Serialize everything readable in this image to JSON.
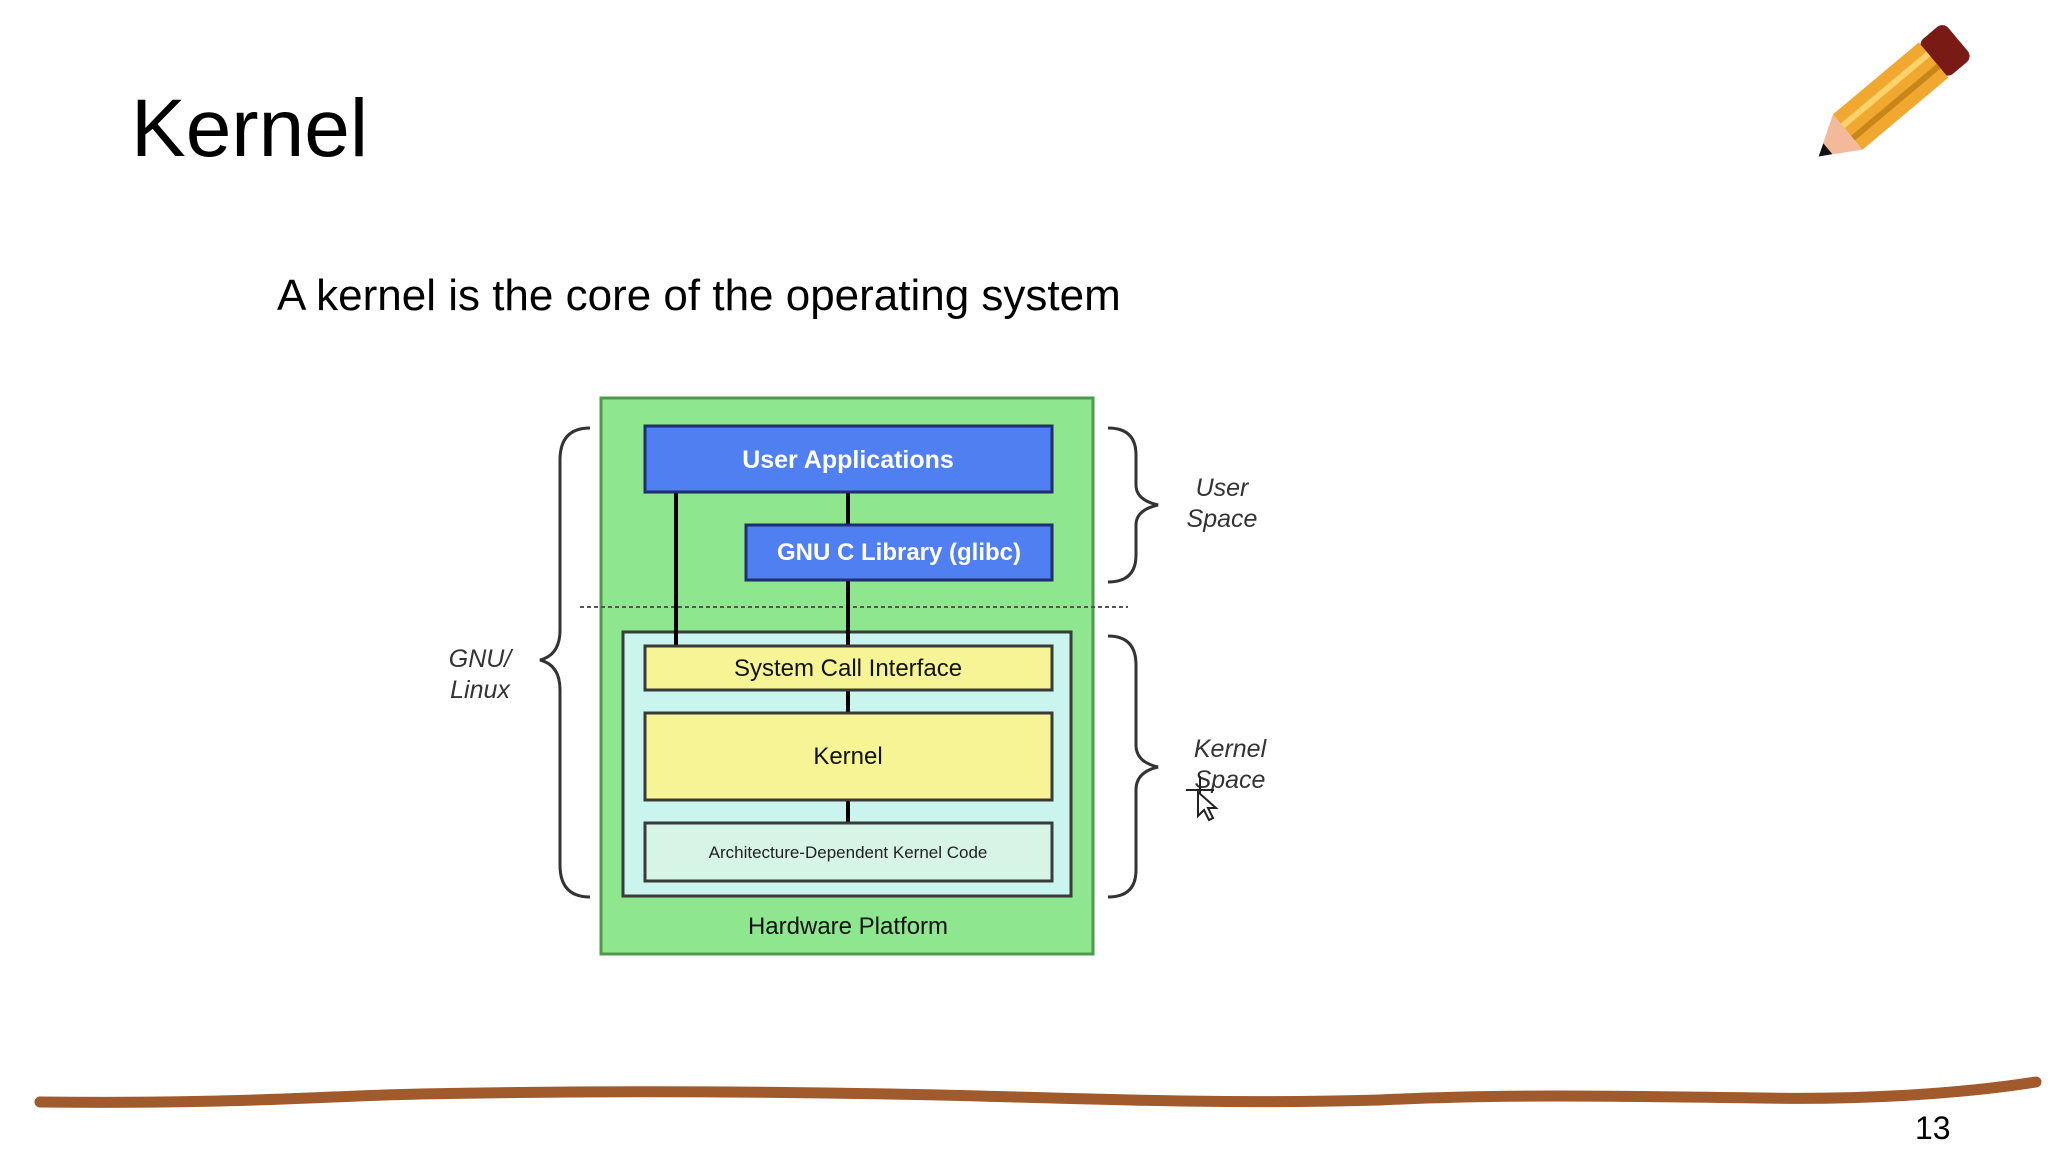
{
  "slide": {
    "title": "Kernel",
    "subtitle": "A kernel is the core of the operating system",
    "page_number": "13"
  },
  "diagram": {
    "left_label_line1": "GNU/",
    "left_label_line2": "Linux",
    "user_space_line1": "User",
    "user_space_line2": "Space",
    "kernel_space_line1": "Kernel",
    "kernel_space_line2": "Space",
    "boxes": {
      "user_applications": "User Applications",
      "glibc": "GNU C Library (glibc)",
      "system_call_interface": "System Call Interface",
      "kernel": "Kernel",
      "arch_code": "Architecture-Dependent Kernel Code",
      "hardware_platform": "Hardware Platform"
    }
  },
  "colors": {
    "outer_green": "#8ee68e",
    "inner_teal": "#c9f5ee",
    "blue_box": "#4f7ff0",
    "yellow_box": "#f7f496",
    "arch_box": "#d6f5e6",
    "underline_brown": "#a05a2c",
    "pencil_yellow": "#f0a830",
    "pencil_tip": "#7a1a14"
  },
  "icons": {
    "pencil": "pencil-icon",
    "cursor": "move-cursor-icon"
  }
}
